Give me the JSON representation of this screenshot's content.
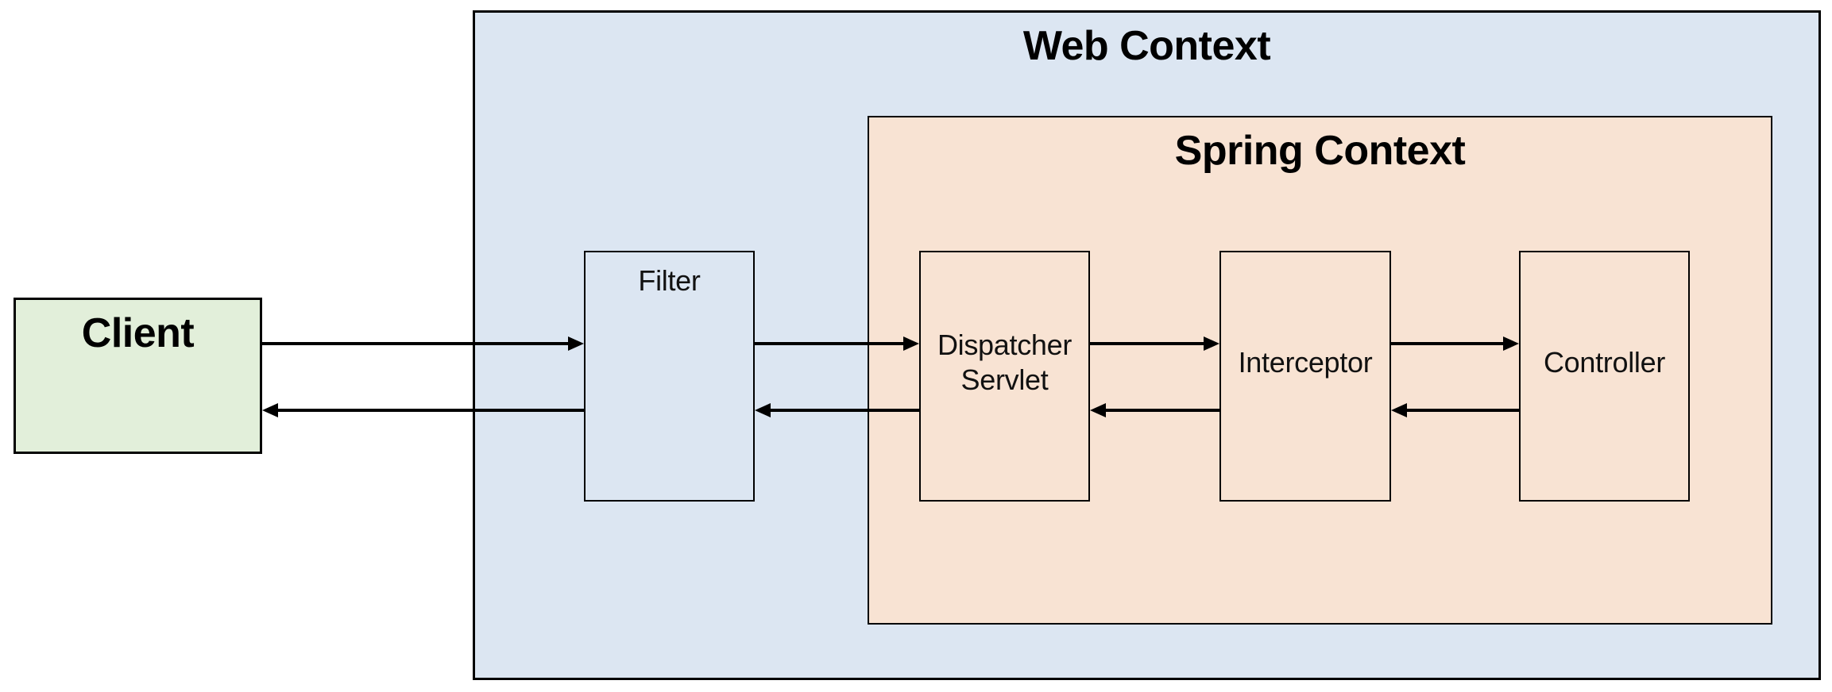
{
  "diagram": {
    "containers": {
      "web_context": {
        "label": "Web Context"
      },
      "spring_context": {
        "label": "Spring Context"
      }
    },
    "nodes": {
      "client": {
        "label": "Client"
      },
      "filter": {
        "label": "Filter"
      },
      "dispatcher_servlet": {
        "label": "Dispatcher Servlet"
      },
      "interceptor": {
        "label": "Interceptor"
      },
      "controller": {
        "label": "Controller"
      }
    },
    "edges": [
      {
        "from": "client",
        "to": "filter",
        "flow": "request"
      },
      {
        "from": "filter",
        "to": "dispatcher_servlet",
        "flow": "request"
      },
      {
        "from": "dispatcher_servlet",
        "to": "interceptor",
        "flow": "request"
      },
      {
        "from": "interceptor",
        "to": "controller",
        "flow": "request"
      },
      {
        "from": "controller",
        "to": "interceptor",
        "flow": "response"
      },
      {
        "from": "interceptor",
        "to": "dispatcher_servlet",
        "flow": "response"
      },
      {
        "from": "dispatcher_servlet",
        "to": "filter",
        "flow": "response"
      },
      {
        "from": "filter",
        "to": "client",
        "flow": "response"
      }
    ],
    "colors": {
      "web_context_fill": "#dce6f2",
      "spring_context_fill": "#f8e3d3",
      "client_fill": "#e2efda",
      "border": "#000000",
      "arrow": "#000000"
    }
  }
}
